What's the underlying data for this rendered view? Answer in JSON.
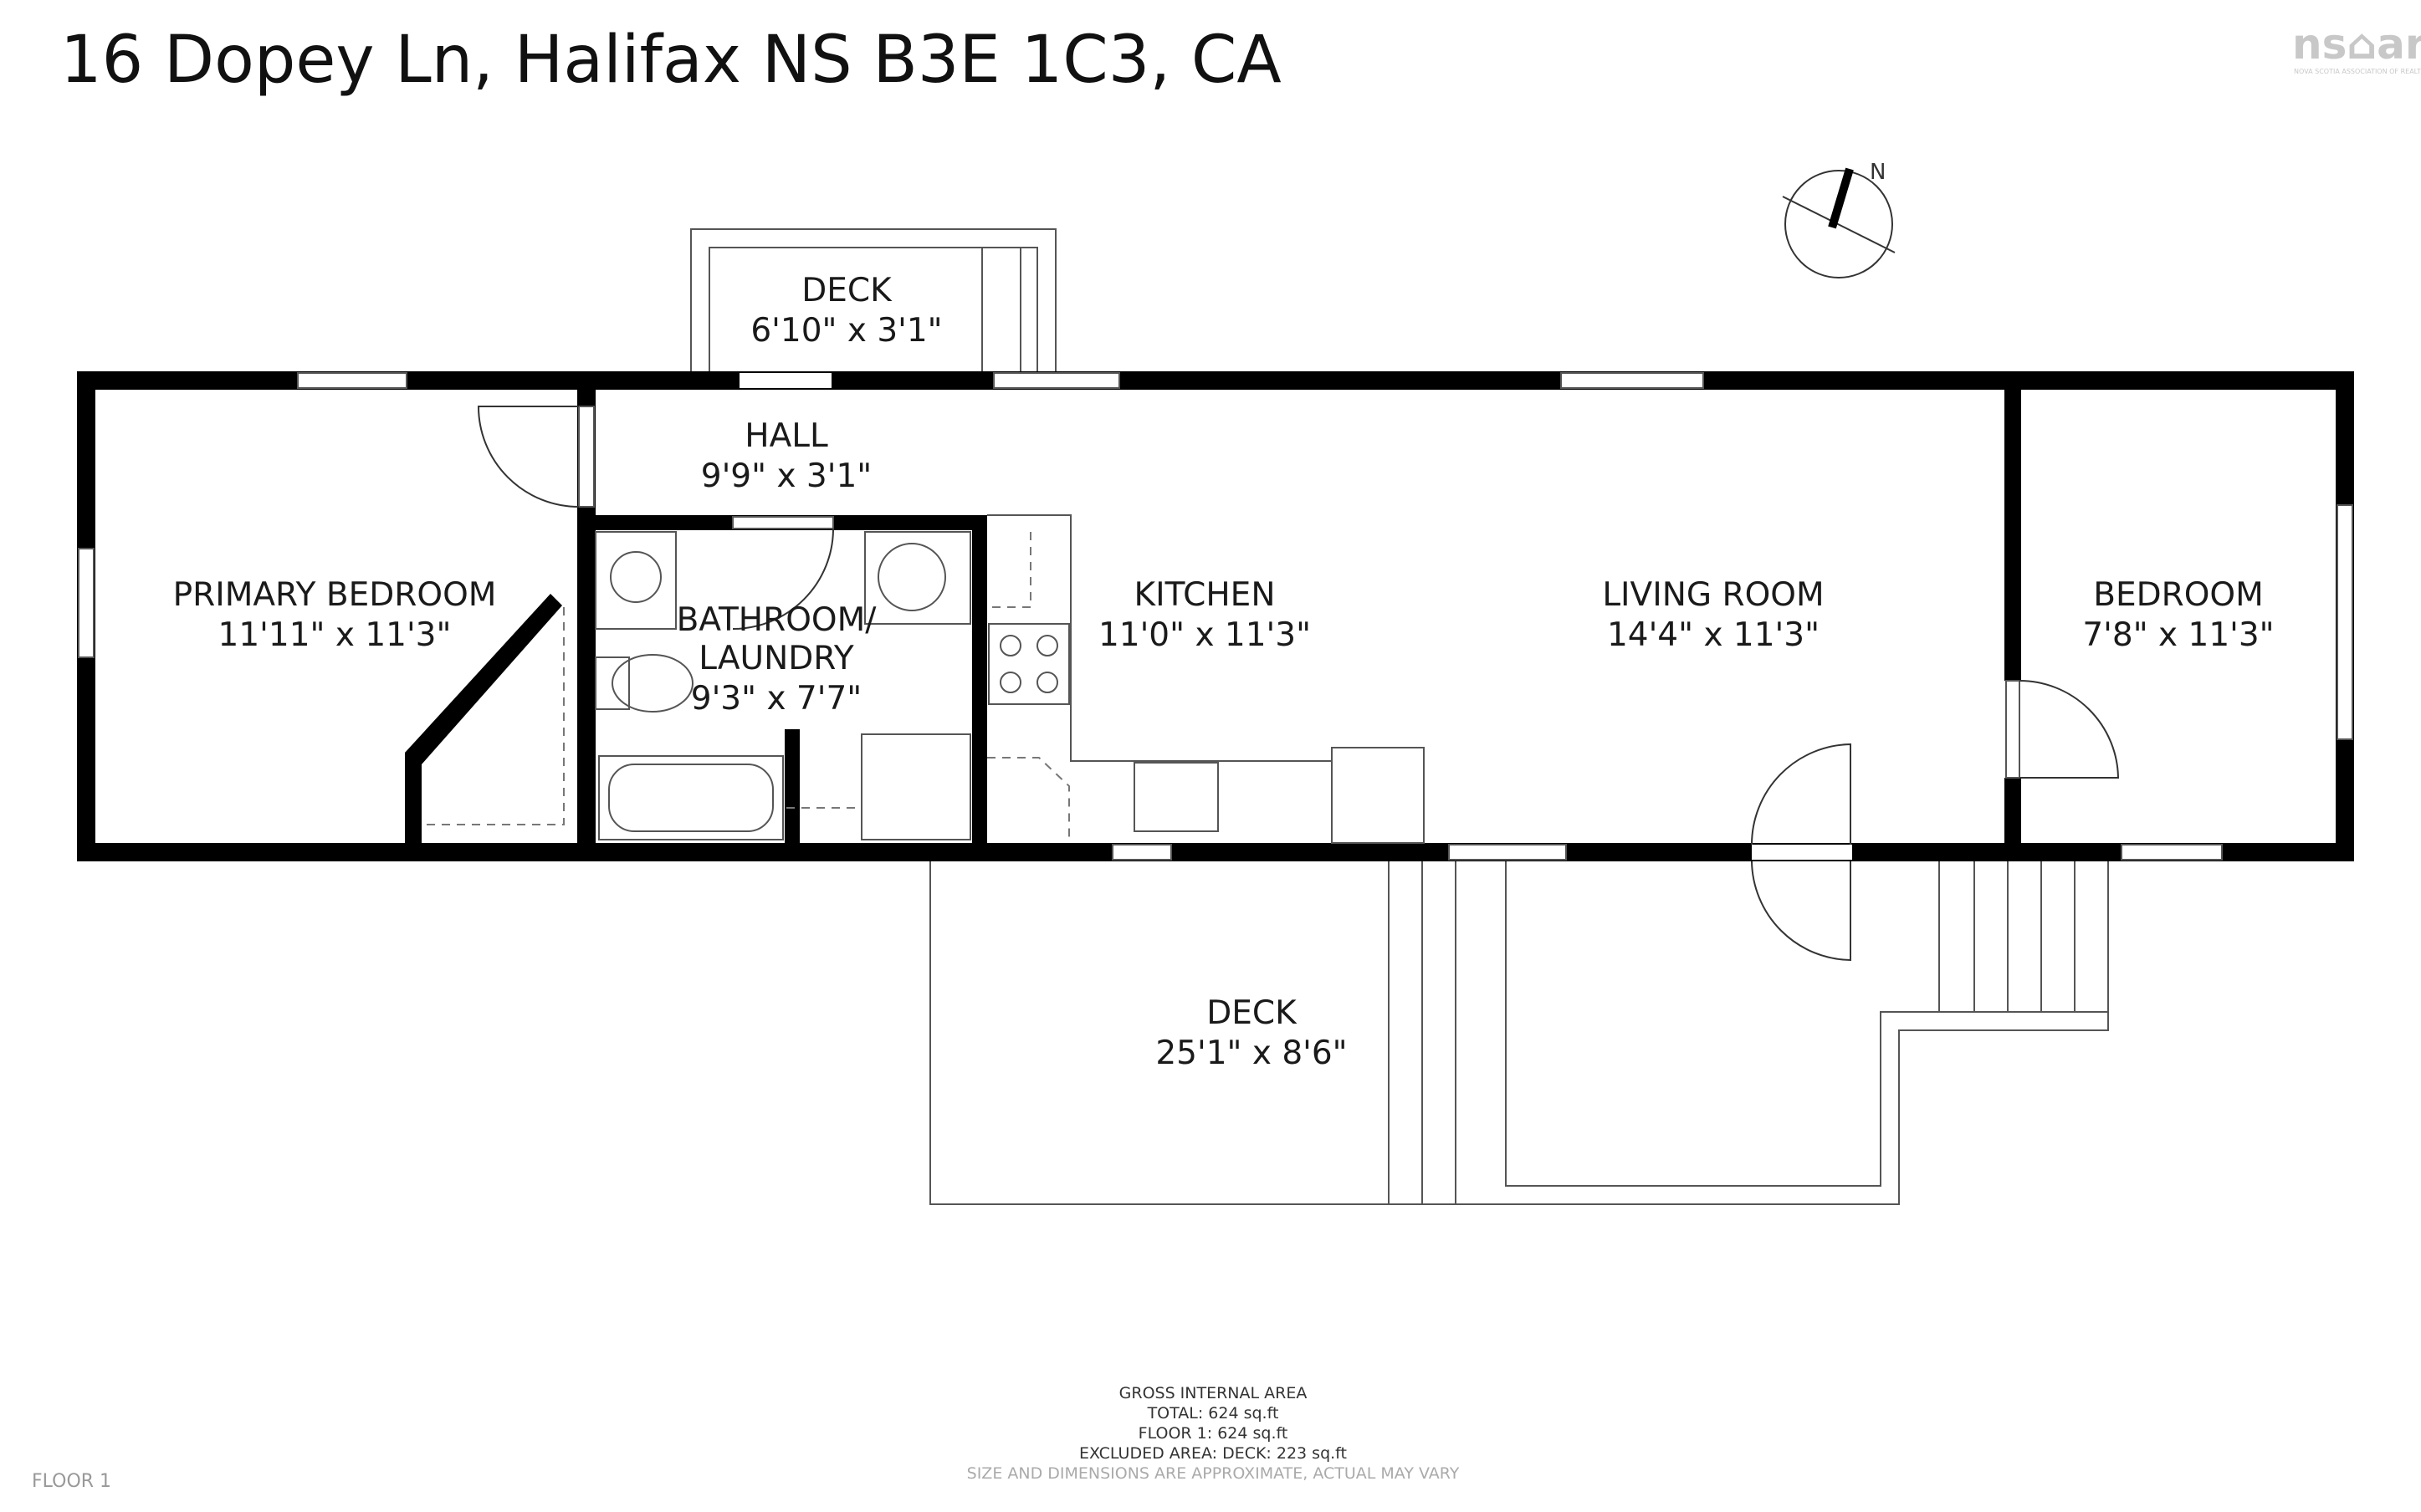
{
  "header": {
    "address": "16 Dopey Ln, Halifax NS B3E 1C3, CA",
    "logo_text": "ns⌂ar",
    "logo_subtext": "NOVA SCOTIA ASSOCIATION OF REALTORS"
  },
  "compass": {
    "label": "N"
  },
  "rooms": {
    "deck_top": {
      "name": "DECK",
      "dims": "6'10\" x 3'1\""
    },
    "hall": {
      "name": "HALL",
      "dims": "9'9\" x 3'1\""
    },
    "primary_bedroom": {
      "name": "PRIMARY BEDROOM",
      "dims": "11'11\" x 11'3\""
    },
    "bathroom": {
      "name1": "BATHROOM/",
      "name2": "LAUNDRY",
      "dims": "9'3\" x 7'7\""
    },
    "kitchen": {
      "name": "KITCHEN",
      "dims": "11'0\" x 11'3\""
    },
    "living_room": {
      "name": "LIVING ROOM",
      "dims": "14'4\" x 11'3\""
    },
    "bedroom": {
      "name": "BEDROOM",
      "dims": "7'8\" x 11'3\""
    },
    "deck_bottom": {
      "name": "DECK",
      "dims": "25'1\" x 8'6\""
    }
  },
  "summary": {
    "heading": "GROSS INTERNAL AREA",
    "total": "TOTAL: 624 sq.ft",
    "floor1": "FLOOR 1: 624 sq.ft",
    "excluded": "EXCLUDED AREA: DECK: 223 sq.ft",
    "disclaimer": "SIZE AND DIMENSIONS ARE APPROXIMATE, ACTUAL MAY VARY"
  },
  "floor_label": "FLOOR 1",
  "colors": {
    "wall": "#000000",
    "line": "#555555",
    "background": "#ffffff"
  }
}
